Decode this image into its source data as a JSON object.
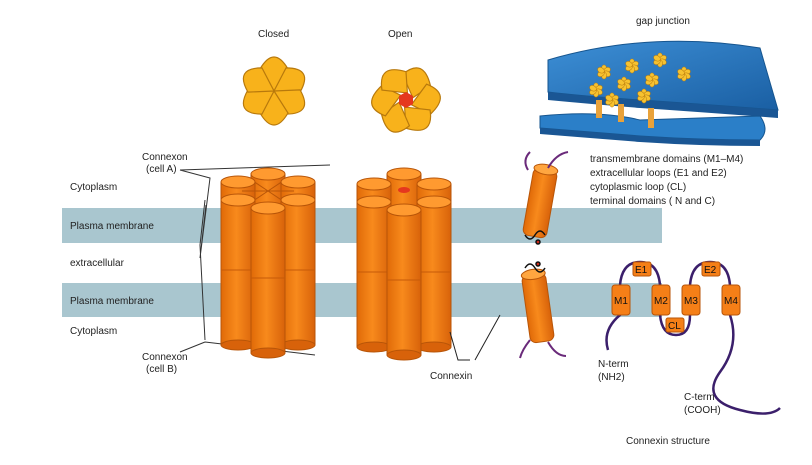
{
  "diagram": {
    "states": {
      "closed": "Closed",
      "open": "Open"
    },
    "gap_junction": "gap junction",
    "membrane": {
      "cytoplasm_top": "Cytoplasm",
      "plasma_membrane_top": "Plasma membrane",
      "extracellular": "extracellular",
      "plasma_membrane_bottom": "Plasma membrane",
      "cytoplasm_bottom": "Cytoplasm"
    },
    "connexon_a": {
      "line1": "Connexon",
      "line2": "(cell A)"
    },
    "connexon_b": {
      "line1": "Connexon",
      "line2": "(cell B)"
    },
    "connexin": "Connexin",
    "legend": [
      "transmembrane domains (M1–M4)",
      "extracellular loops (E1 and E2)",
      "cytoplasmic loop (CL)",
      "terminal domains ( N and C)"
    ],
    "structure": {
      "segments": [
        "M1",
        "M2",
        "M3",
        "M4"
      ],
      "loops": [
        "E1",
        "E2"
      ],
      "cl": "CL",
      "n_term": {
        "line1": "N-term",
        "line2": "(NH2)"
      },
      "c_term": {
        "line1": "C-term",
        "line2": "(COOH)"
      },
      "caption": "Connexin structure"
    },
    "colors": {
      "membrane": "#a9c6cf",
      "connexin_orange": "#f57f17",
      "connexin_dark": "#c85a06",
      "flower_yellow": "#f8b21b",
      "flower_edge": "#b8790c",
      "pore_red": "#e5371e",
      "gj_blue": "#1f6fb8",
      "tail_purple": "#3b1f6b"
    }
  }
}
